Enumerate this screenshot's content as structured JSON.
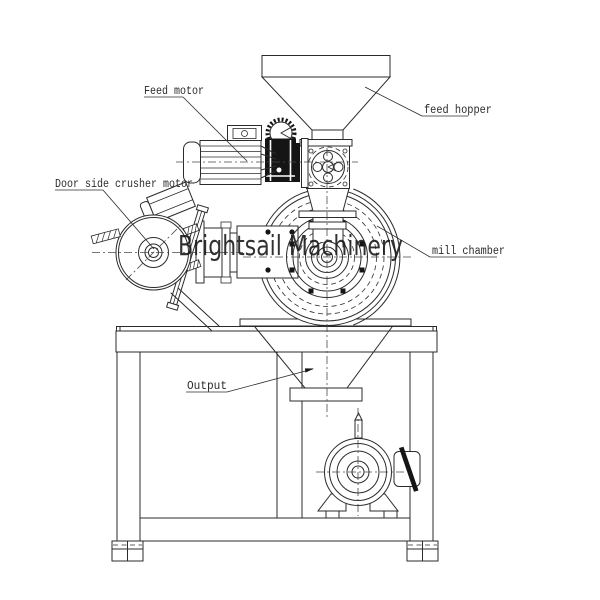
{
  "watermark": {
    "text": "Brightsail Machinery"
  },
  "labels": {
    "feed_motor": "Feed motor",
    "door_side_crusher_motor": "Door side crusher motor",
    "feed_hopper": "feed hopper",
    "mill_chamber": "mill chamber",
    "output": "Output"
  },
  "colors": {
    "line": "#2b2b2b",
    "centerline": "#4a4a4a",
    "watermark": "#1b1b1b",
    "background": "#ffffff"
  },
  "drawing_type": "technical line drawing of a pin mill / crusher machine, front elevation"
}
